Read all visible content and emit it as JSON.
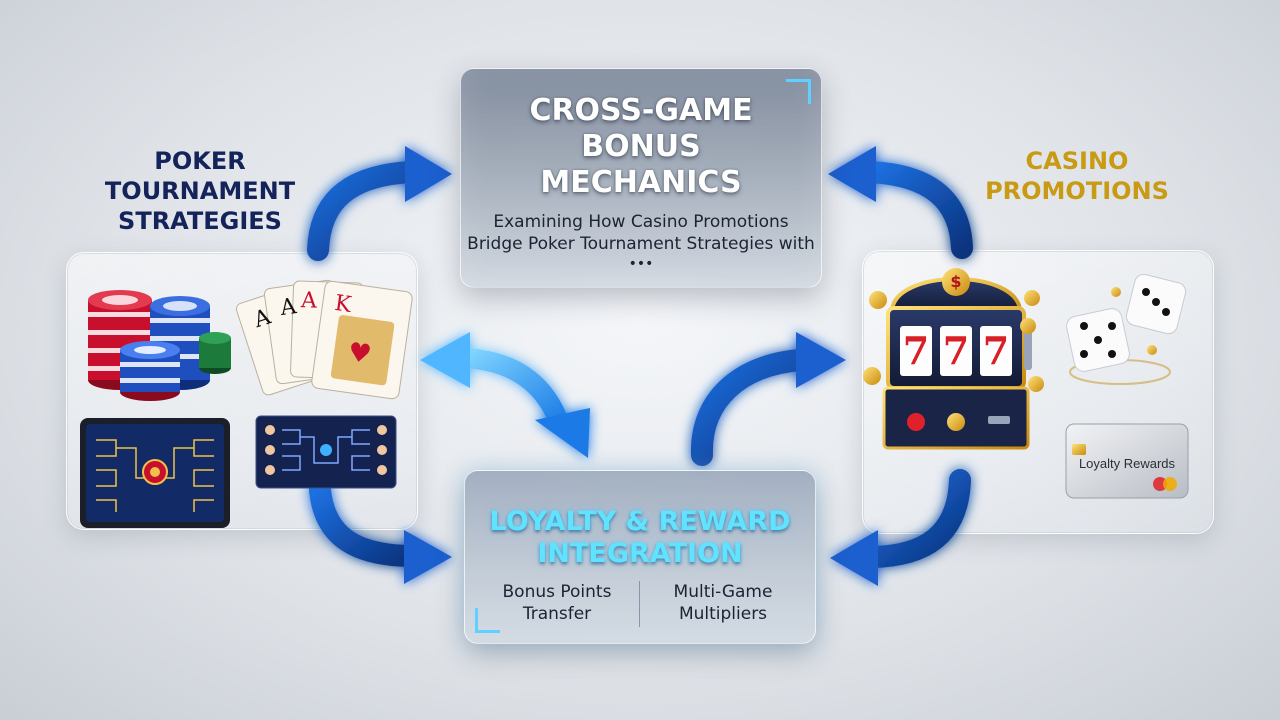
{
  "top_card": {
    "title_lines": [
      "CROSS-GAME",
      "BONUS",
      "MECHANICS"
    ],
    "subtitle_lines": [
      "Examining How Casino Promotions",
      "Bridge Poker Tournament Strategies with"
    ],
    "ellipsis": "•••"
  },
  "left_section": {
    "title_lines": [
      "POKER",
      "TOURNAMENT",
      "STRATEGIES"
    ],
    "color": "#14245a"
  },
  "right_section": {
    "title_lines": [
      "CASINO",
      "PROMOTIONS"
    ],
    "color": "#c99a14",
    "loyalty_card_label": "Loyalty Rewards"
  },
  "bottom_card": {
    "title_lines": [
      "LOYALTY & REWARD",
      "INTEGRATION"
    ],
    "title_color": "#5fe3ff",
    "items": [
      {
        "lines": [
          "Bonus Points",
          "Transfer"
        ]
      },
      {
        "lines": [
          "Multi-Game",
          "Multipliers"
        ]
      }
    ]
  },
  "slot_reels": [
    "7",
    "7",
    "7"
  ],
  "slot_badge": "$",
  "colors": {
    "arrow_dark": "#0b3f9e",
    "arrow_glow": "#3fb0ff",
    "chip_red": "#c8102e",
    "chip_blue": "#1f4fbf",
    "chip_green": "#1c7a3a"
  }
}
